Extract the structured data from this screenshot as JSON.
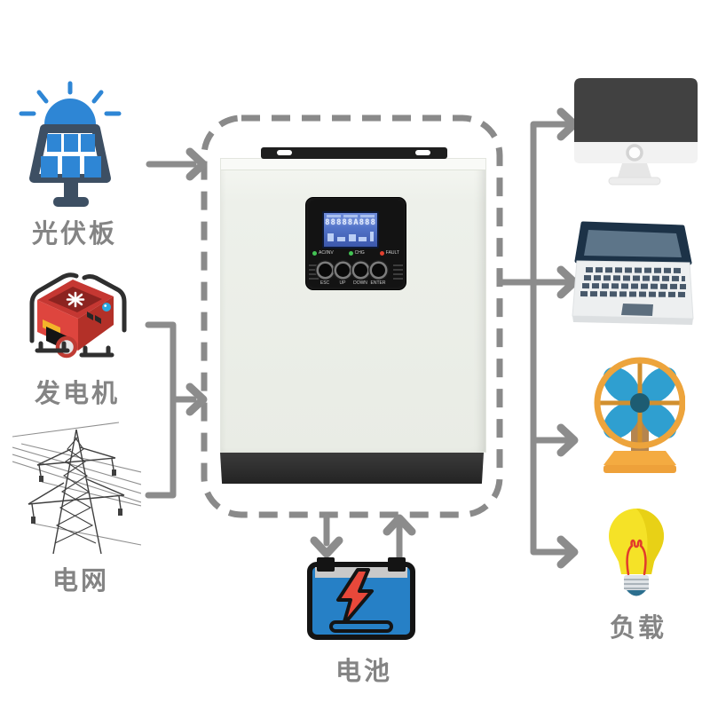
{
  "sources": [
    {
      "id": "solar-panel",
      "label": "光伏板"
    },
    {
      "id": "generator",
      "label": "发电机"
    },
    {
      "id": "power-grid",
      "label": "电网"
    }
  ],
  "battery": {
    "label": "电池"
  },
  "load": {
    "label": "负载",
    "items": [
      "monitor",
      "laptop",
      "fan",
      "bulb"
    ]
  },
  "inverter": {
    "lcd": {
      "digits": "88888A888"
    },
    "leds": [
      {
        "label": "AC/INV",
        "color": "#43c454"
      },
      {
        "label": "CHG",
        "color": "#43c454"
      },
      {
        "label": "FAULT",
        "color": "#e2402f"
      }
    ],
    "buttons": [
      {
        "label": "ESC"
      },
      {
        "label": "UP"
      },
      {
        "label": "DOWN"
      },
      {
        "label": "ENTER"
      }
    ]
  },
  "colors": {
    "connector": "#8c8c8c",
    "dashed_border": "#8a8a8a",
    "label_text": "#848484",
    "solar_blue": "#2e86d5",
    "battery_blue": "#2680c6",
    "generator_red": "#de453e",
    "bulb_yellow": "#f5e227",
    "fan_orange": "#eda43c"
  }
}
